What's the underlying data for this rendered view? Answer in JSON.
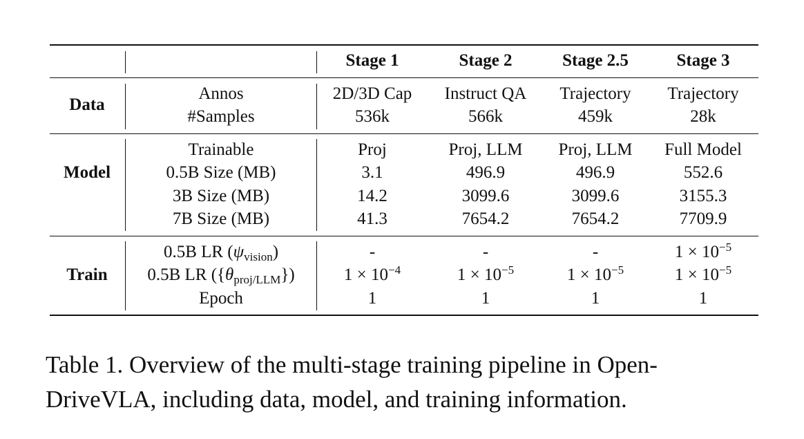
{
  "table": {
    "columns": [
      "Stage 1",
      "Stage 2",
      "Stage 2.5",
      "Stage 3"
    ],
    "groups": [
      {
        "name": "Data",
        "rows": [
          {
            "label": "Annos",
            "values": [
              "2D/3D Cap",
              "Instruct QA",
              "Trajectory",
              "Trajectory"
            ]
          },
          {
            "label": "#Samples",
            "values": [
              "536k",
              "566k",
              "459k",
              "28k"
            ]
          }
        ]
      },
      {
        "name": "Model",
        "rows": [
          {
            "label": "Trainable",
            "values": [
              "Proj",
              "Proj, LLM",
              "Proj, LLM",
              "Full Model"
            ]
          },
          {
            "label": "0.5B Size (MB)",
            "values": [
              "3.1",
              "496.9",
              "496.9",
              "552.6"
            ]
          },
          {
            "label": "3B Size (MB)",
            "values": [
              "14.2",
              "3099.6",
              "3099.6",
              "3155.3"
            ]
          },
          {
            "label": "7B Size (MB)",
            "values": [
              "41.3",
              "7654.2",
              "7654.2",
              "7709.9"
            ]
          }
        ]
      },
      {
        "name": "Train",
        "rows": [
          {
            "label_prefix": "0.5B LR (",
            "label_symbol": "ψ",
            "label_sub": "vision",
            "label_suffix": ")",
            "values": [
              "-",
              "-",
              "-",
              "1 × 10"
            ],
            "exponents": [
              "",
              "",
              "",
              "−5"
            ]
          },
          {
            "label_prefix": "0.5B LR ({",
            "label_symbol": "θ",
            "label_sub": "proj/LLM",
            "label_suffix": "})",
            "values": [
              "1 × 10",
              "1 × 10",
              "1 × 10",
              "1 × 10"
            ],
            "exponents": [
              "−4",
              "−5",
              "−5",
              "−5"
            ]
          },
          {
            "label": "Epoch",
            "values": [
              "1",
              "1",
              "1",
              "1"
            ]
          }
        ]
      }
    ]
  },
  "caption": {
    "line1": "Table 1.  Overview of the multi-stage training pipeline in Open-",
    "line2": "DriveVLA, including data, model, and training information."
  }
}
